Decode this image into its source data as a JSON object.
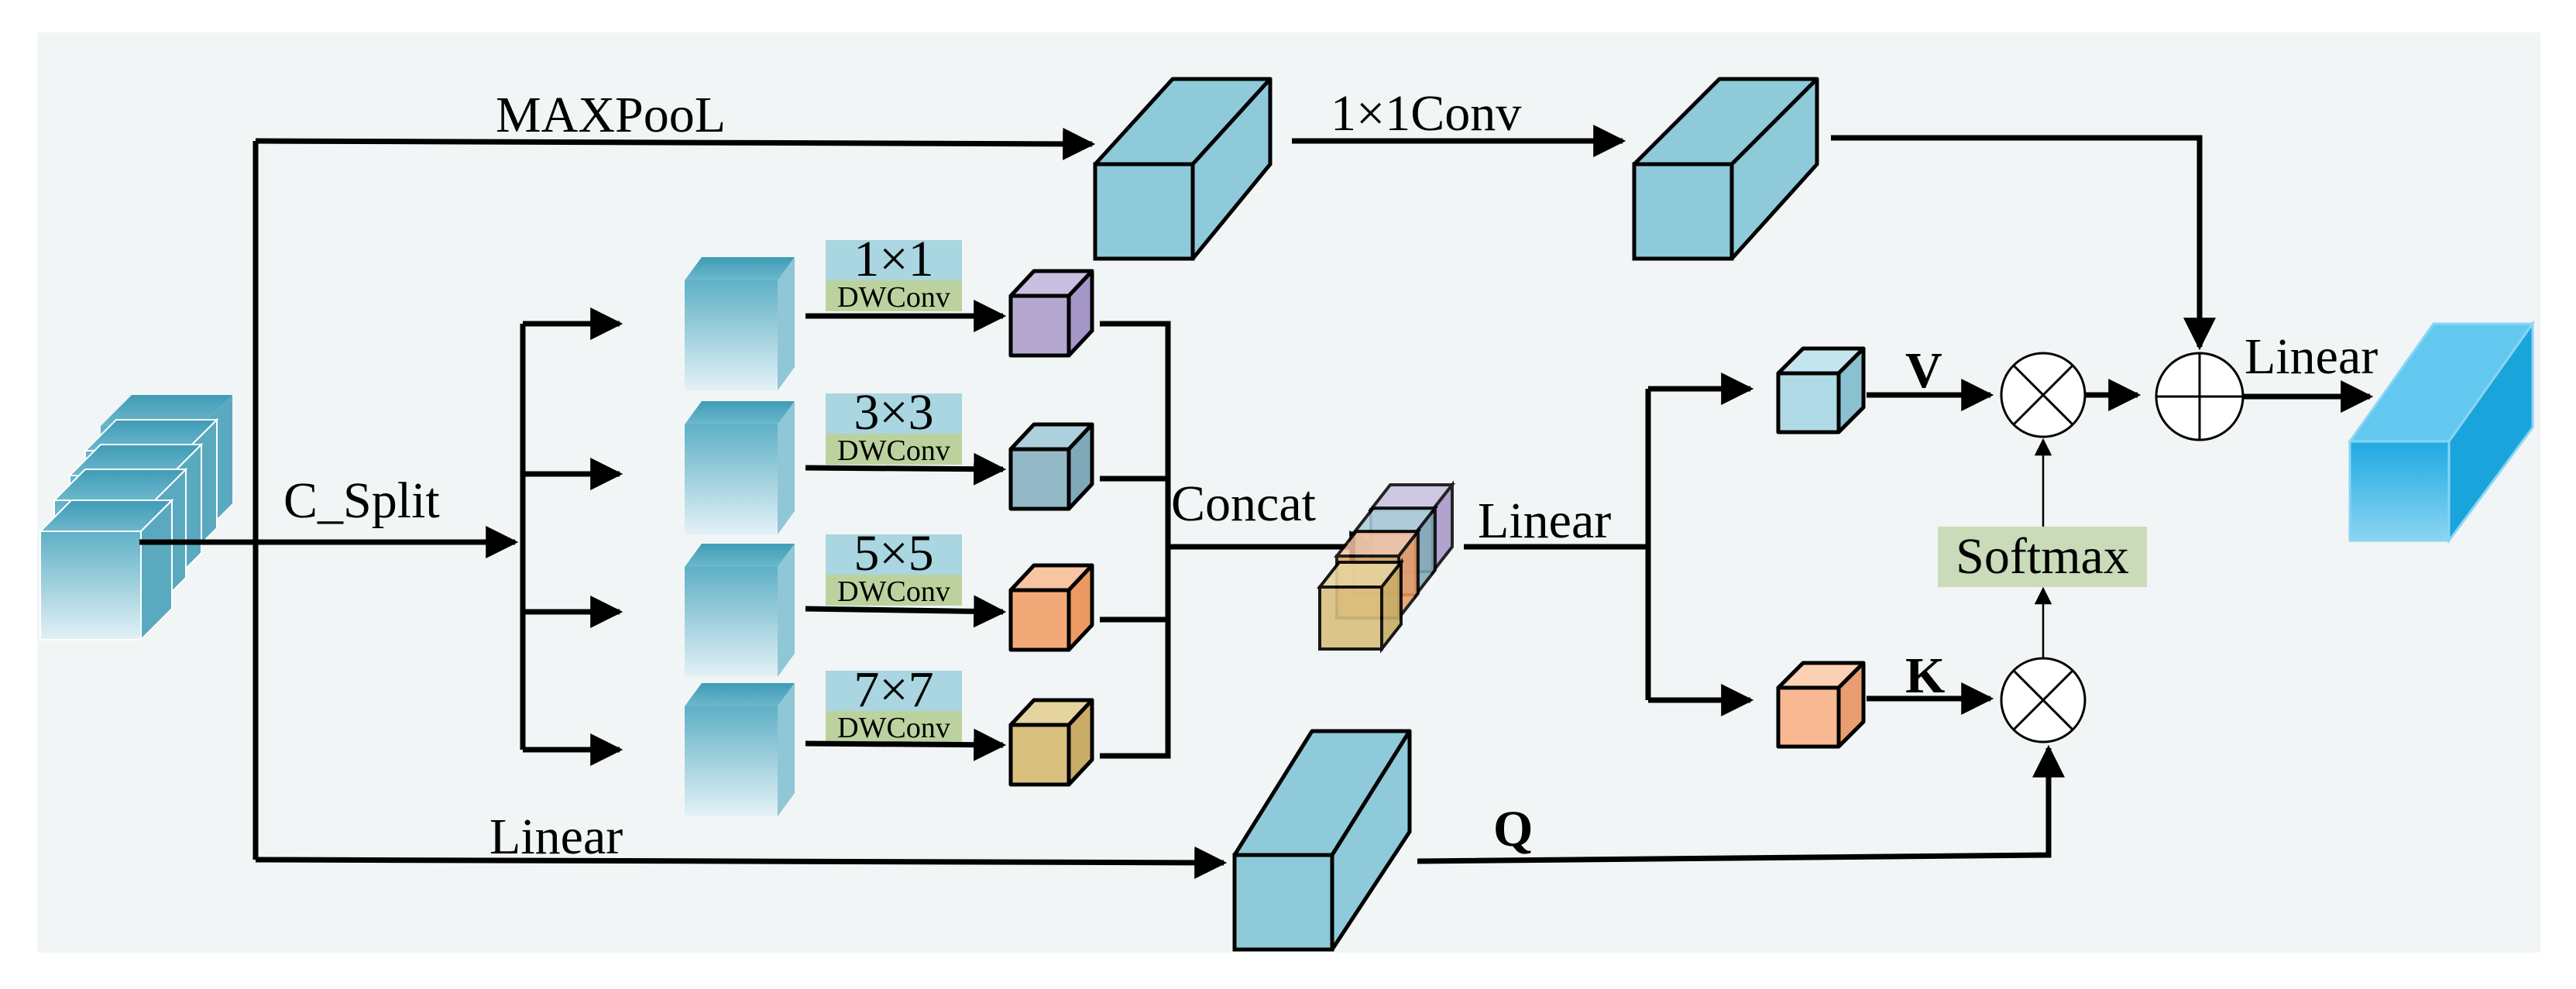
{
  "labels": {
    "maxpool": "MAXPooL",
    "conv1x1": "1×1Conv",
    "c_split": "C_Split",
    "concat": "Concat",
    "linear_mid": "Linear",
    "linear_out": "Linear",
    "linear_bottom": "Linear",
    "v": "V",
    "k": "K",
    "q": "Q",
    "softmax": "Softmax"
  },
  "dwconv_branches": [
    {
      "kernel": "1×1",
      "op": "DWConv",
      "color": "#b4a7cf"
    },
    {
      "kernel": "3×3",
      "op": "DWConv",
      "color": "#93b9c6"
    },
    {
      "kernel": "5×5",
      "op": "DWConv",
      "color": "#f2a978"
    },
    {
      "kernel": "7×7",
      "op": "DWConv",
      "color": "#d9c07f"
    }
  ],
  "colors": {
    "background": "#f1f5f5",
    "block_blue": "#8ecad9",
    "v_cube": "#afd9e4",
    "k_cube": "#f7b892",
    "output_blue": "#35b6e8",
    "label_bg_kernel": "#a9d6e0",
    "label_bg_op": "#bcd29e",
    "softmax_bg": "#c9dbb8"
  }
}
